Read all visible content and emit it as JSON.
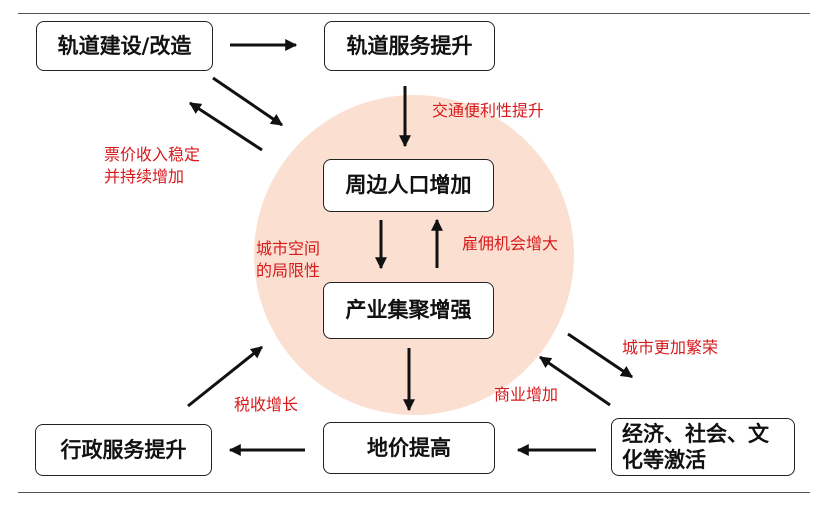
{
  "nodes": {
    "rail_construction": "轨道建设/改造",
    "rail_service": "轨道服务提升",
    "population": "周边人口增加",
    "industry": "产业集聚增强",
    "land_price": "地价提高",
    "admin_service": "行政服务提升",
    "economy_line1": "经济、社会、文",
    "economy_line2": "化等激活"
  },
  "labels": {
    "traffic_convenience": "交通便利性提升",
    "fare_income_line1": "票价收入稳定",
    "fare_income_line2": "并持续增加",
    "employment": "雇佣机会增大",
    "city_space_line1": "城市空间",
    "city_space_line2": "的局限性",
    "tax_growth": "税收增长",
    "business_growth": "商业增加",
    "city_prosperity": "城市更加繁荣"
  },
  "colors": {
    "circle_fill": "#fbe0d1",
    "label_red": "#d7191c",
    "arrow": "#111111"
  }
}
